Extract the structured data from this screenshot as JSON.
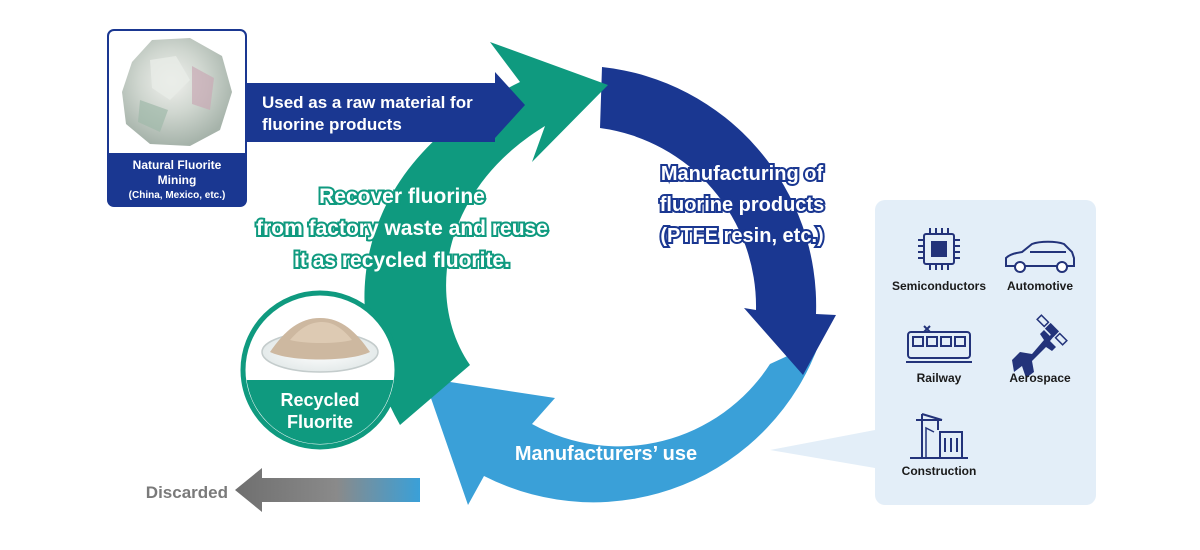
{
  "mining": {
    "title": "Natural Fluorite",
    "title2": "Mining",
    "sub": "(China, Mexico, etc.)"
  },
  "raw_material": {
    "line1": "Used as a raw material for",
    "line2": "fluorine products"
  },
  "recover": {
    "line1": "Recover fluorine",
    "line2": "from factory waste and reuse",
    "line3": "it as recycled fluorite."
  },
  "manufacturing": {
    "line1": "Manufacturing of",
    "line2": "fluorine products",
    "line3": "(PTFE resin, etc.)"
  },
  "recycled": {
    "line1": "Recycled",
    "line2": "Fluorite"
  },
  "use": {
    "label": "Manufacturers’ use"
  },
  "discarded": {
    "label": "Discarded"
  },
  "applications": [
    {
      "label": "Semiconductors",
      "icon": "chip-icon"
    },
    {
      "label": "Automotive",
      "icon": "car-icon"
    },
    {
      "label": "Railway",
      "icon": "train-icon"
    },
    {
      "label": "Aerospace",
      "icon": "airplane-satellite-icon"
    },
    {
      "label": "Construction",
      "icon": "building-crane-icon"
    }
  ],
  "colors": {
    "navy": "#1a3791",
    "green": "#0f9a7f",
    "sky": "#3aa0d8",
    "gray": "#7a7a7a",
    "panel": "#e3eef8",
    "icon": "#23337a"
  }
}
